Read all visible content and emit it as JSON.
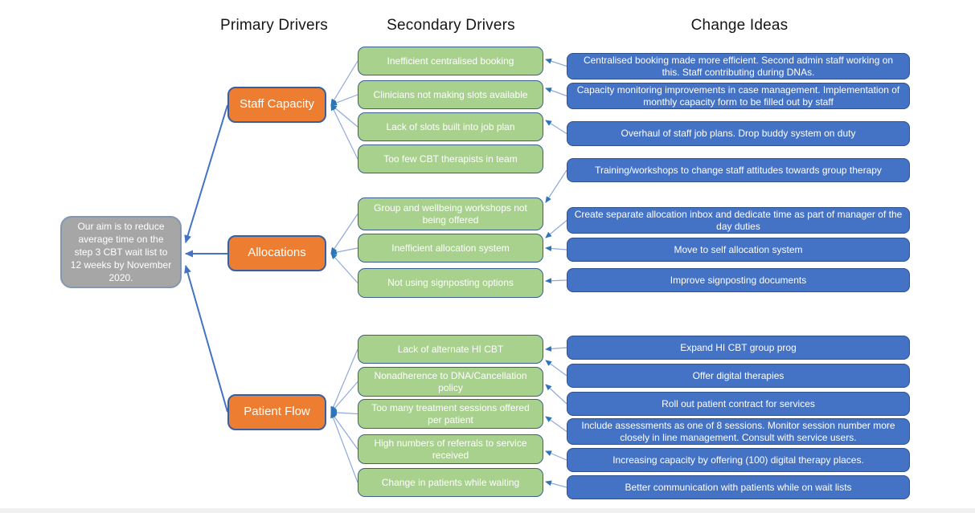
{
  "headers": {
    "primary": "Primary Drivers",
    "secondary": "Secondary  Drivers",
    "change": "Change Ideas"
  },
  "aim": {
    "text": "Our aim is to reduce average time on the step 3 CBT wait list to 12 weeks by November 2020."
  },
  "primary_drivers": [
    {
      "label": "Staff Capacity"
    },
    {
      "label": "Allocations"
    },
    {
      "label": "Patient Flow"
    }
  ],
  "secondary_drivers": [
    {
      "label": "Inefficient centralised booking",
      "primary": 0
    },
    {
      "label": "Clinicians not making slots available",
      "primary": 0
    },
    {
      "label": "Lack of slots built into job plan",
      "primary": 0
    },
    {
      "label": "Too few CBT therapists in team",
      "primary": 0
    },
    {
      "label": "Group and wellbeing workshops not being offered",
      "primary": 1
    },
    {
      "label": "Inefficient allocation system",
      "primary": 1
    },
    {
      "label": "Not using signposting options",
      "primary": 1
    },
    {
      "label": "Lack of alternate HI CBT",
      "primary": 2
    },
    {
      "label": "Nonadherence to DNA/Cancellation policy",
      "primary": 2
    },
    {
      "label": "Too many treatment sessions offered per patient",
      "primary": 2
    },
    {
      "label": "High numbers of referrals to service received",
      "primary": 2
    },
    {
      "label": "Change in patients while waiting",
      "primary": 2
    }
  ],
  "change_ideas": [
    {
      "label": "Centralised booking made more efficient. Second admin staff working on this. Staff contributing during DNAs.",
      "secondary": 0
    },
    {
      "label": "Capacity monitoring improvements in case management. Implementation of monthly capacity form to be filled out by staff",
      "secondary": 1
    },
    {
      "label": "Overhaul of staff job plans. Drop buddy system on duty",
      "secondary": 2
    },
    {
      "label": "Training/workshops to change staff attitudes towards group therapy",
      "secondary": 4
    },
    {
      "label": "Create separate allocation inbox and dedicate time as part of manager of the day duties",
      "secondary": 5
    },
    {
      "label": "Move to self allocation system",
      "secondary": 5
    },
    {
      "label": "Improve signposting documents",
      "secondary": 6
    },
    {
      "label": "Expand HI CBT group prog",
      "secondary": 7
    },
    {
      "label": "Offer digital therapies",
      "secondary": 7
    },
    {
      "label": "Roll out patient contract for services",
      "secondary": 8
    },
    {
      "label": "Include assessments as one of 8 sessions. Monitor session number more closely in line management. Consult with service users.",
      "secondary": 9
    },
    {
      "label": "Increasing capacity by offering (100) digital therapy places.",
      "secondary": 10
    },
    {
      "label": "Better communication with patients while on wait lists",
      "secondary": 11
    }
  ],
  "colors": {
    "aim_fill": "#a6a6a6",
    "aim_border": "#8496b0",
    "primary_fill": "#ed7d31",
    "secondary_fill": "#a9d18e",
    "idea_fill": "#4472c4",
    "connector_line": "#8faadc",
    "connector_arrow": "#2e75b6",
    "aim_connector": "#4472c4",
    "text_on_boxes": "#ffffff"
  }
}
